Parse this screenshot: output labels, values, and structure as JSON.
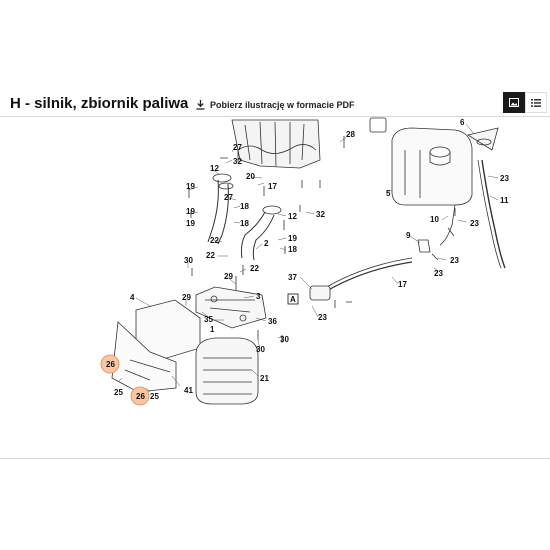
{
  "header": {
    "title": "H - silnik, zbiornik paliwa",
    "download_label": "Pobierz ilustrację w formacie PDF",
    "view_image_icon": "image-view-icon",
    "view_list_icon": "list-view-icon"
  },
  "diagram": {
    "labels": [
      "28",
      "6",
      "27",
      "32",
      "12",
      "20",
      "19",
      "17",
      "27",
      "19",
      "18",
      "19",
      "18",
      "12",
      "32",
      "5",
      "23",
      "11",
      "10",
      "23",
      "22",
      "22",
      "2",
      "19",
      "18",
      "9",
      "23",
      "30",
      "29",
      "22",
      "23",
      "37",
      "17",
      "4",
      "29",
      "3",
      "A",
      "23",
      "35",
      "1",
      "36",
      "30",
      "30",
      "21",
      "26",
      "25",
      "41",
      "26",
      "25"
    ],
    "highlighted": [
      "26",
      "26"
    ],
    "colors": {
      "highlight_fill": "#f6c7a2",
      "highlight_stroke": "#e8884a"
    }
  }
}
